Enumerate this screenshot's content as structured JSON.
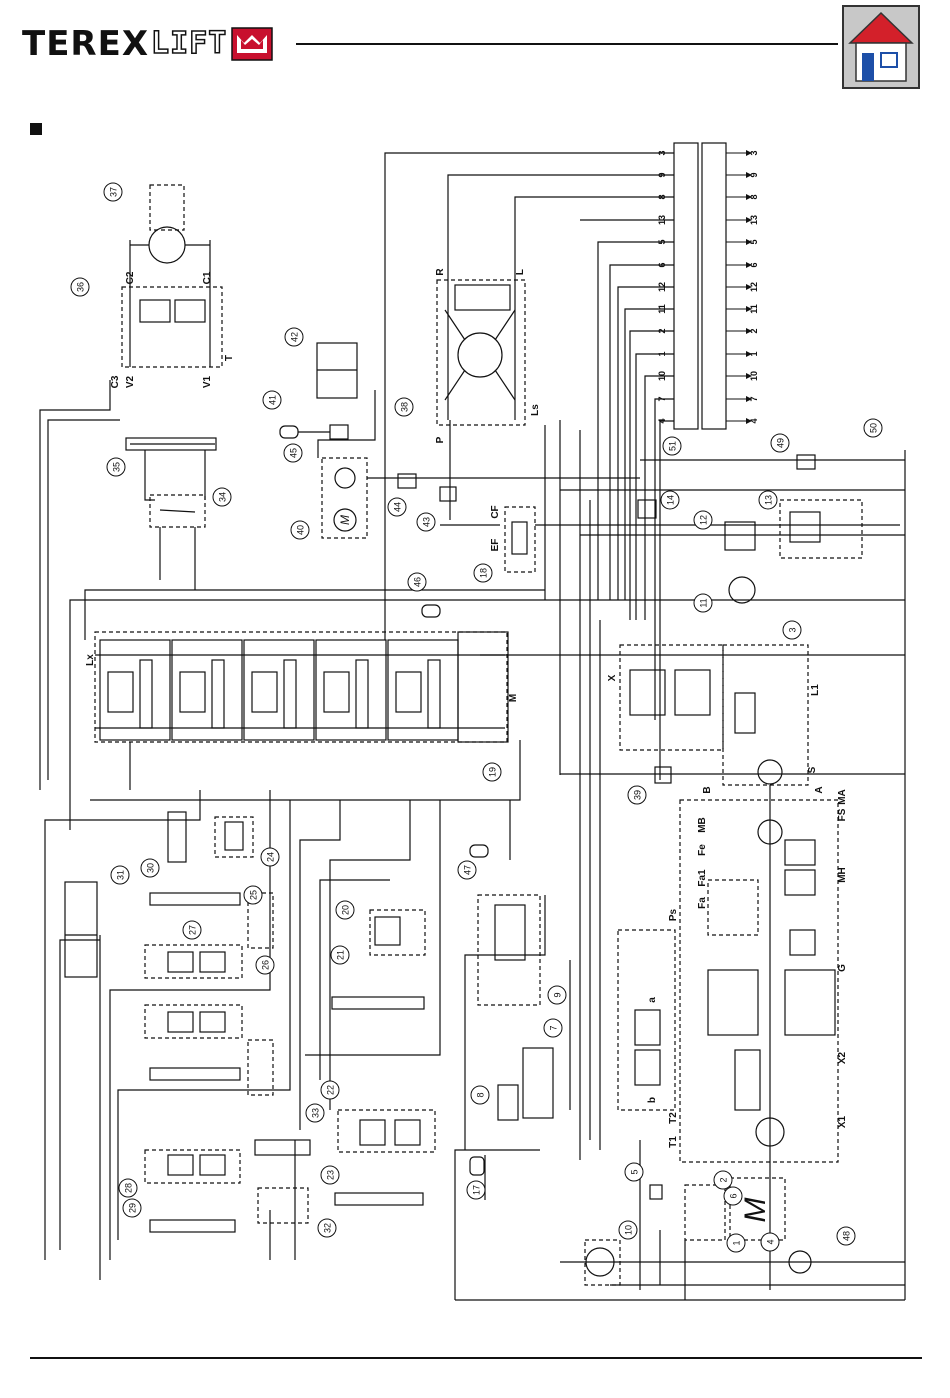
{
  "header": {
    "brand_text": "TEREX",
    "brand_lift": "LIFT",
    "home_icon": "home-icon"
  },
  "diagram": {
    "component_numbers": [
      "1",
      "2",
      "3",
      "4",
      "5",
      "6",
      "7",
      "8",
      "9",
      "10",
      "11",
      "12",
      "13",
      "14",
      "17",
      "18",
      "19",
      "20",
      "21",
      "22",
      "23",
      "24",
      "25",
      "26",
      "27",
      "28",
      "29",
      "30",
      "31",
      "32",
      "33",
      "34",
      "35",
      "36",
      "37",
      "38",
      "39",
      "40",
      "41",
      "42",
      "43",
      "44",
      "45",
      "46",
      "47",
      "48",
      "49",
      "50",
      "51"
    ],
    "port_labels": [
      "C1",
      "C2",
      "C3",
      "V1",
      "V2",
      "T",
      "R",
      "L",
      "P",
      "Ls",
      "CF",
      "EF",
      "Lx",
      "A",
      "B",
      "X",
      "M",
      "S",
      "L1",
      "MA",
      "MB",
      "FS",
      "Fe",
      "Fa1",
      "Fa",
      "Ps",
      "MH",
      "G",
      "X2",
      "X1",
      "T2",
      "T1",
      "a",
      "b"
    ],
    "terminal_numbers": [
      "3",
      "9",
      "8",
      "13",
      "5",
      "6",
      "12",
      "11",
      "2",
      "1",
      "10",
      "7",
      "4"
    ],
    "motor_symbol": "M"
  }
}
